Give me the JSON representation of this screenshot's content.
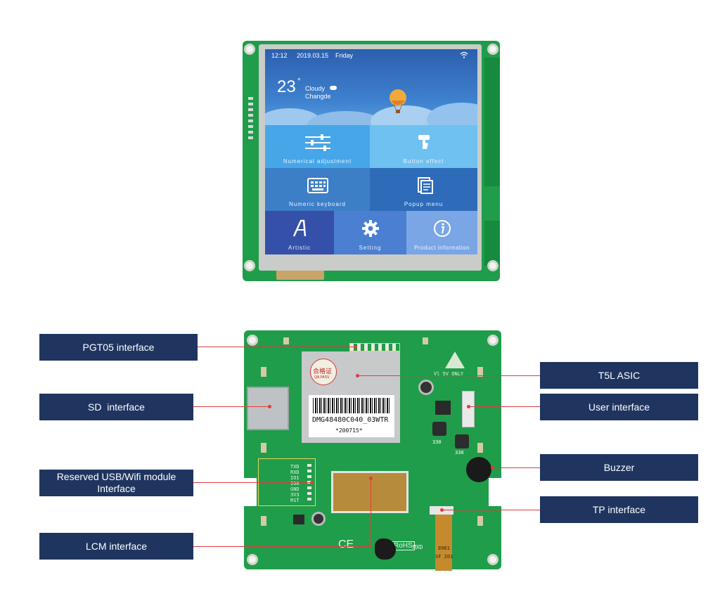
{
  "screen": {
    "time": "12:12",
    "date": "2019.03.15",
    "weekday": "Friday",
    "temperature": "23",
    "degree": "°",
    "condition": "Cloudy",
    "city": "Changde",
    "tiles": [
      {
        "label": "Numerical adjustment",
        "icon": "sliders-icon",
        "color": "#46a6e8"
      },
      {
        "label": "Button effect",
        "icon": "touch-icon",
        "color": "#6ec1f0"
      },
      {
        "label": "Numeric keyboard",
        "icon": "keyboard-icon",
        "color": "#3d7fc6"
      },
      {
        "label": "Popup menu",
        "icon": "popup-icon",
        "color": "#2e6bb8"
      },
      {
        "label": "Artistic",
        "icon": "artistic-a-icon",
        "color": "#3550a8"
      },
      {
        "label": "Setting",
        "icon": "gear-icon",
        "color": "#4a7fd1"
      },
      {
        "label": "Product information",
        "icon": "info-icon",
        "color": "#7aa6e6"
      }
    ]
  },
  "board": {
    "module_label": "DMG48480C040_03WTR",
    "module_serial": "*200715*",
    "qc_text": "合格证",
    "qc_sub": "QA PASS",
    "pins": [
      "TXD",
      "RXD",
      "IO1",
      "IO0",
      "GND",
      "3V3",
      "RST"
    ],
    "silk_top": "Vl 5V ONLY",
    "silk_mxd": "MXD",
    "silk_ce": "CE",
    "silk_rohs": "RoHS",
    "cap_values": [
      "330",
      "330"
    ],
    "ribbon_text": "SF 201",
    "ribbon_code": "8961"
  },
  "callouts": {
    "left": [
      {
        "label": "PGT05 interface"
      },
      {
        "label": "SD  interface"
      },
      {
        "label": "Reserved USB/Wifi module Interface"
      },
      {
        "label": "LCM interface"
      }
    ],
    "right": [
      {
        "label": "T5L ASIC"
      },
      {
        "label": "User interface"
      },
      {
        "label": "Buzzer"
      },
      {
        "label": "TP interface"
      }
    ]
  },
  "colors": {
    "pcb": "#1f9d4a",
    "label_bg": "#1f3560",
    "callout_line": "#e03c3c"
  }
}
